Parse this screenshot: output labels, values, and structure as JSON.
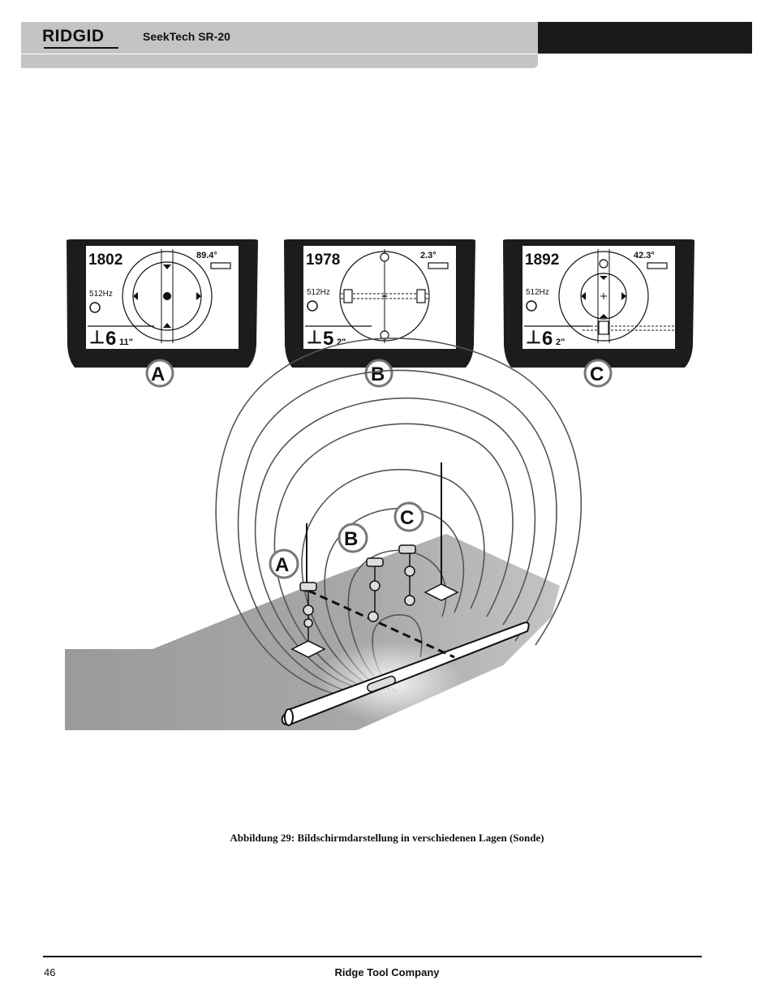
{
  "header": {
    "brand": "RIDGID",
    "title": "SeekTech SR-20"
  },
  "screens": [
    {
      "label": "A",
      "signal": "1802",
      "angle": "89.4°",
      "frequency": "512Hz",
      "depth_feet": "6",
      "depth_inches": "11\""
    },
    {
      "label": "B",
      "signal": "1978",
      "angle": "2.3°",
      "frequency": "512Hz",
      "depth_feet": "5",
      "depth_inches": "2\""
    },
    {
      "label": "C",
      "signal": "1892",
      "angle": "42.3°",
      "frequency": "512Hz",
      "depth_feet": "6",
      "depth_inches": "2\""
    }
  ],
  "scene_labels": [
    "A",
    "B",
    "C"
  ],
  "caption": "Abbildung 29: Bildschirmdarstellung in verschiedenen Lagen (Sonde)",
  "footer": {
    "page_number": "46",
    "company": "Ridge Tool Company"
  }
}
